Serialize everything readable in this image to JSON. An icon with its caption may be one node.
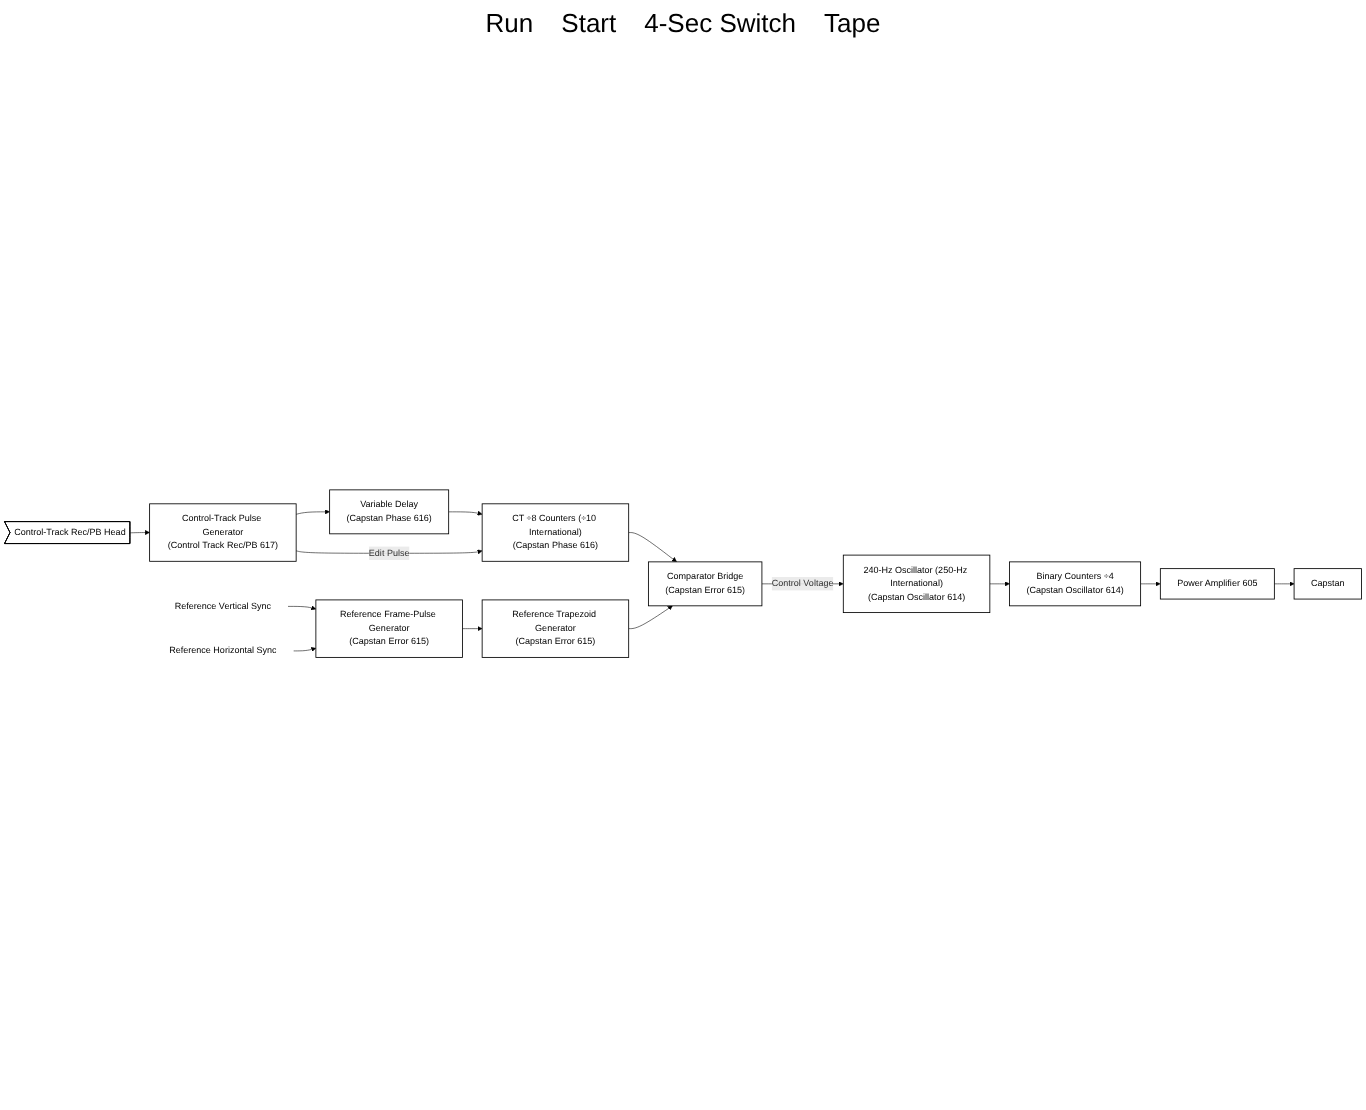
{
  "diagram": {
    "nodes": [
      {
        "text": [
          "Control-Track Rec/PB Head"
        ]
      },
      {
        "text": [
          "Control-Track Pulse Generator",
          "(Control Track Rec/PB 617)"
        ]
      },
      {
        "text": [
          "Variable Delay",
          "(Capstan Phase 616)"
        ]
      },
      {
        "text": [
          "CT ÷8 Counters (÷10 International)",
          "(Capstan Phase 616)"
        ]
      },
      {
        "text": [
          "Reference Vertical Sync"
        ]
      },
      {
        "text": [
          "Reference Horizontal Sync"
        ]
      },
      {
        "text": [
          "Reference Frame-Pulse Generator",
          "(Capstan Error 615)"
        ]
      },
      {
        "text": [
          "Reference Trapezoid Generator",
          "(Capstan Error 615)"
        ]
      },
      {
        "text": [
          "Comparator Bridge",
          "(Capstan Error 615)"
        ]
      },
      {
        "text": [
          "Capstan"
        ]
      },
      {
        "text": [
          "Power Amplifier 605"
        ]
      },
      {
        "text": [
          "Binary Counters ÷4",
          "(Capstan Oscillator 614)"
        ]
      },
      {
        "text": [
          "240-Hz Oscillator (250-Hz International)",
          "(Capstan Oscillator 614)"
        ]
      }
    ],
    "edges": [
      {
        "from": 0,
        "to": 1,
        "arrow": "to"
      },
      {
        "from": 1,
        "to": 2,
        "arrow": "to"
      },
      {
        "from": 2,
        "to": 3,
        "arrow": "to"
      },
      {
        "from": 1,
        "to": 3,
        "arrow": "to",
        "label": "Edit Pulse"
      },
      {
        "from": 3,
        "to": 8,
        "arrow": "to"
      },
      {
        "from": 4,
        "to": 6,
        "arrow": "to"
      },
      {
        "from": 5,
        "to": 6,
        "arrow": "to"
      },
      {
        "from": 6,
        "to": 7,
        "arrow": "to"
      },
      {
        "from": 7,
        "to": 8,
        "arrow": "to"
      },
      {
        "from": 8,
        "to": 12,
        "arrow": "to",
        "label": "Control Voltage"
      },
      {
        "from": 12,
        "to": 11,
        "arrow": "to"
      },
      {
        "from": 11,
        "to": 10,
        "arrow": "to"
      },
      {
        "from": 10,
        "to": 9,
        "arrow": "to"
      }
    ],
    "labels": [
      "Run",
      "Start",
      "4-Sec Switch",
      "Tape"
    ]
  }
}
